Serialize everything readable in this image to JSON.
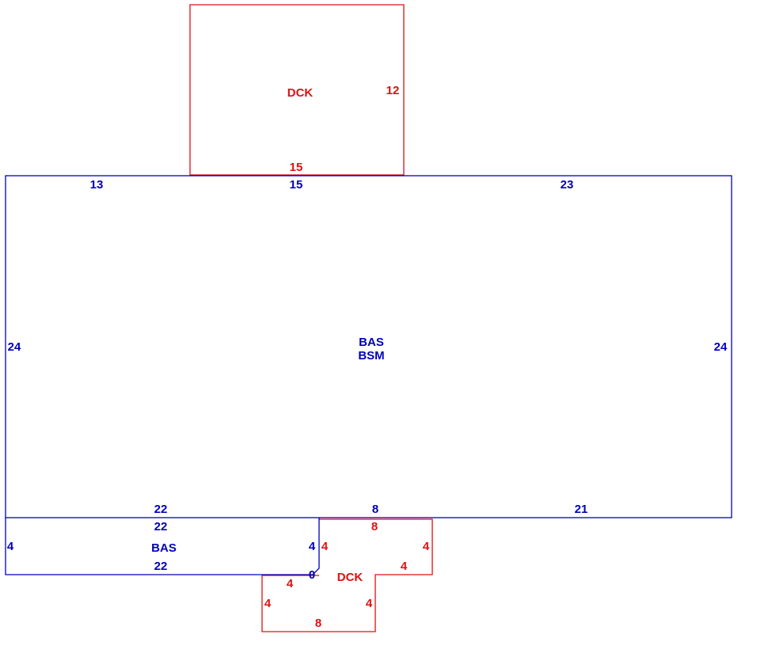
{
  "colors": {
    "blue": "#0000bb",
    "red": "#dd1111",
    "background": "#ffffff"
  },
  "areas": {
    "deck_top": {
      "code": "DCK",
      "dims": {
        "right": "12",
        "bottom": "15"
      }
    },
    "main": {
      "codes": [
        "BAS",
        "BSM"
      ],
      "dims": {
        "top_left": "13",
        "top_mid": "15",
        "top_right": "23",
        "left": "24",
        "right": "24",
        "bottom_left": "22",
        "bottom_mid": "8",
        "bottom_right": "21"
      }
    },
    "bas_lower": {
      "code": "BAS",
      "dims": {
        "top": "22",
        "left": "4",
        "right": "4",
        "bottom": "22",
        "corner": "0"
      }
    },
    "deck_lower": {
      "code": "DCK",
      "dims": {
        "top": "8",
        "left_upper": "4",
        "right_outer": "4",
        "step_right": "4",
        "step_left": "4",
        "left_lower": "4",
        "right_lower": "4",
        "bottom": "8"
      }
    }
  }
}
